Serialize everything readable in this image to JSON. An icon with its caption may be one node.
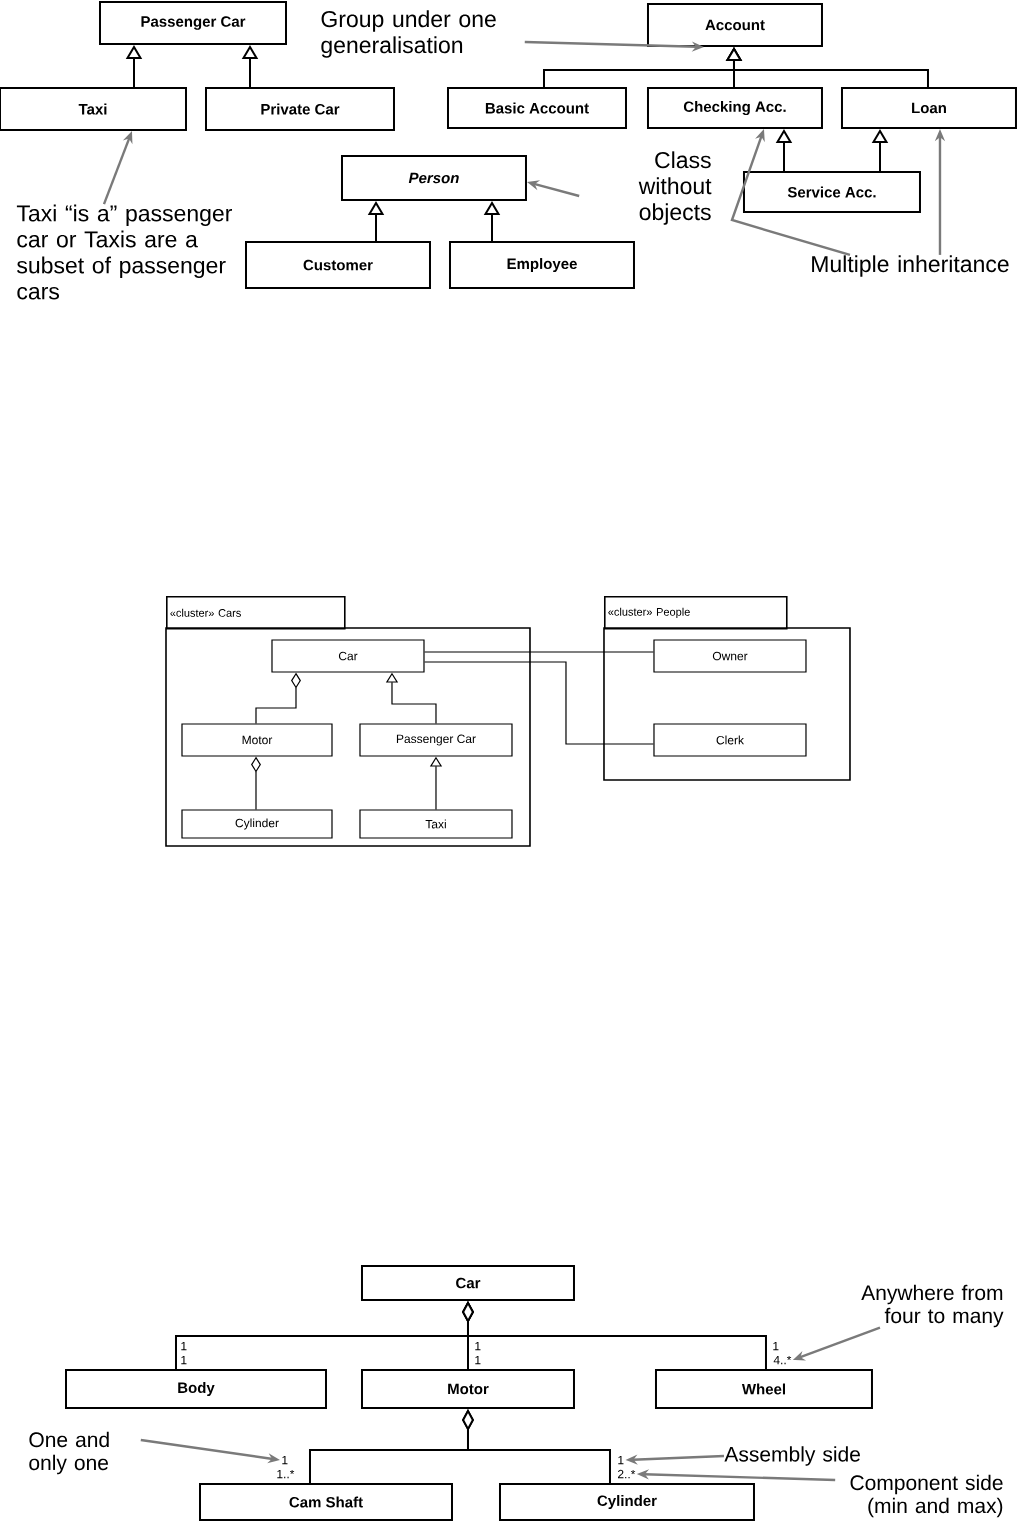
{
  "diagram": {
    "nodes": [
      {
        "text": [
          "Passenger Car"
        ]
      },
      {
        "text": [
          "Taxi"
        ]
      },
      {
        "text": [
          "Private Car"
        ]
      },
      {
        "text": [
          "Taxi “is a” passenger car or Taxis are a subset of passenger cars"
        ]
      },
      {
        "text": [
          "Person"
        ]
      },
      {
        "text": [
          "Customer"
        ]
      },
      {
        "text": [
          "Employee"
        ]
      },
      {
        "text": [
          "Class without objects"
        ]
      },
      {
        "text": [
          "Account"
        ]
      },
      {
        "text": [
          "Basic Account"
        ]
      },
      {
        "text": [
          "Checking Acc."
        ]
      },
      {
        "text": [
          "Loan"
        ]
      },
      {
        "text": [
          "Service Acc."
        ]
      },
      {
        "text": [
          "Group under one generalisation"
        ]
      },
      {
        "text": [
          "Multiple inheritance"
        ]
      },
      {
        "text": [
          "«cluster» Cars"
        ]
      },
      {
        "text": [
          "Car"
        ],
        "in": 15
      },
      {
        "text": [
          "Motor"
        ],
        "in": 15
      },
      {
        "text": [
          "Passenger Car"
        ],
        "in": 15
      },
      {
        "text": [
          "Cylinder"
        ],
        "in": 15
      },
      {
        "text": [
          "Taxi"
        ],
        "in": 15
      },
      {
        "text": [
          "«cluster» People"
        ]
      },
      {
        "text": [
          "Owner"
        ],
        "in": 21
      },
      {
        "text": [
          "Clerk"
        ],
        "in": 21
      },
      {
        "text": [
          "Car"
        ]
      },
      {
        "text": [
          "Body"
        ]
      },
      {
        "text": [
          "Motor"
        ]
      },
      {
        "text": [
          "Wheel"
        ]
      },
      {
        "text": [
          "Cam Shaft"
        ]
      },
      {
        "text": [
          "Cylinder"
        ]
      },
      {
        "text": [
          "Anywhere from four to many"
        ]
      },
      {
        "text": [
          "One and only one"
        ]
      },
      {
        "text": [
          "Assembly side"
        ]
      },
      {
        "text": [
          "Component side (min and max)"
        ]
      },
      {
        "text": [
          "4..*"
        ]
      },
      {
        "text": [
          "1"
        ]
      },
      {
        "text": [
          "1"
        ]
      },
      {
        "text": [
          "2..*"
        ]
      }
    ],
    "edges": [
      {
        "from": 1,
        "to": 0,
        "arrow": "to"
      },
      {
        "from": 2,
        "to": 0,
        "arrow": "to"
      },
      {
        "from": 3,
        "to": 1,
        "arrow": "to",
        "color": "#7a7a7a"
      },
      {
        "from": 5,
        "to": 4,
        "arrow": "to"
      },
      {
        "from": 6,
        "to": 4,
        "arrow": "to"
      },
      {
        "from": 7,
        "to": 4,
        "arrow": "to",
        "color": "#7a7a7a"
      },
      {
        "from": 9,
        "to": 8,
        "arrow": "to"
      },
      {
        "from": 10,
        "to": 8,
        "arrow": "to"
      },
      {
        "from": 11,
        "to": 8,
        "arrow": "to"
      },
      {
        "from": 12,
        "to": 10,
        "arrow": "to"
      },
      {
        "from": 12,
        "to": 11,
        "arrow": "to"
      },
      {
        "from": 13,
        "to": 8,
        "arrow": "to",
        "color": "#7a7a7a"
      },
      {
        "from": 14,
        "to": 10,
        "arrow": "to",
        "color": "#7a7a7a"
      },
      {
        "from": 14,
        "to": 11,
        "arrow": "to",
        "color": "#7a7a7a"
      },
      {
        "from": 17,
        "to": 16,
        "arrow": "other"
      },
      {
        "from": 18,
        "to": 16,
        "arrow": "to"
      },
      {
        "from": 19,
        "to": 17,
        "arrow": "other"
      },
      {
        "from": 20,
        "to": 18,
        "arrow": "to"
      },
      {
        "from": 16,
        "to": 22,
        "arrow": "none"
      },
      {
        "from": 16,
        "to": 23,
        "arrow": "none"
      },
      {
        "from": 25,
        "to": 24,
        "arrow": "other"
      },
      {
        "from": 26,
        "to": 24,
        "arrow": "other"
      },
      {
        "from": 27,
        "to": 24,
        "arrow": "other"
      },
      {
        "from": 28,
        "to": 26,
        "arrow": "other"
      },
      {
        "from": 29,
        "to": 26,
        "arrow": "other"
      },
      {
        "from": 30,
        "to": 34,
        "arrow": "to",
        "color": "#7a7a7a"
      },
      {
        "from": 31,
        "to": 35,
        "arrow": "to",
        "color": "#7a7a7a"
      },
      {
        "from": 32,
        "to": 36,
        "arrow": "to",
        "color": "#7a7a7a"
      },
      {
        "from": 33,
        "to": 37,
        "arrow": "to",
        "color": "#7a7a7a"
      }
    ],
    "labels": [
      "1",
      "1",
      "1",
      "1",
      "1",
      "1..*"
    ]
  }
}
